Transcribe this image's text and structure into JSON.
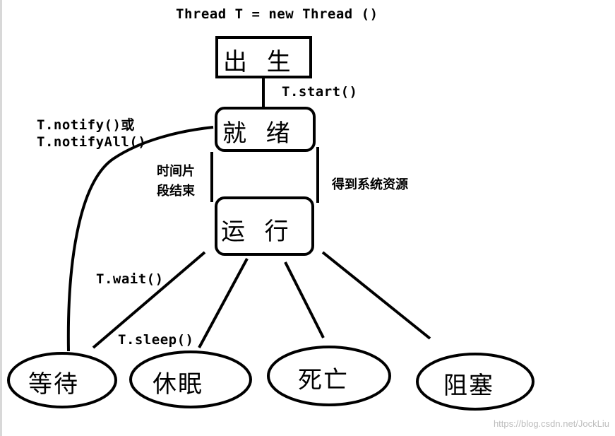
{
  "title": "Thread T = new Thread ()",
  "nodes": {
    "birth": "出  生",
    "ready": "就  绪",
    "running": "运  行",
    "waiting": "等待",
    "sleeping": "休眠",
    "dead": "死亡",
    "blocked": "阻塞"
  },
  "edge_labels": {
    "start": "T.start()",
    "notify_line1": "T.notify()或",
    "notify_line2": "T.notifyAll()",
    "timeslice_line1": "时间片",
    "timeslice_line2": "段结束",
    "get_resource": "得到系统资源",
    "wait": "T.wait()",
    "sleep": "T.sleep()"
  },
  "watermark": "https://blog.csdn.net/JockLiu"
}
